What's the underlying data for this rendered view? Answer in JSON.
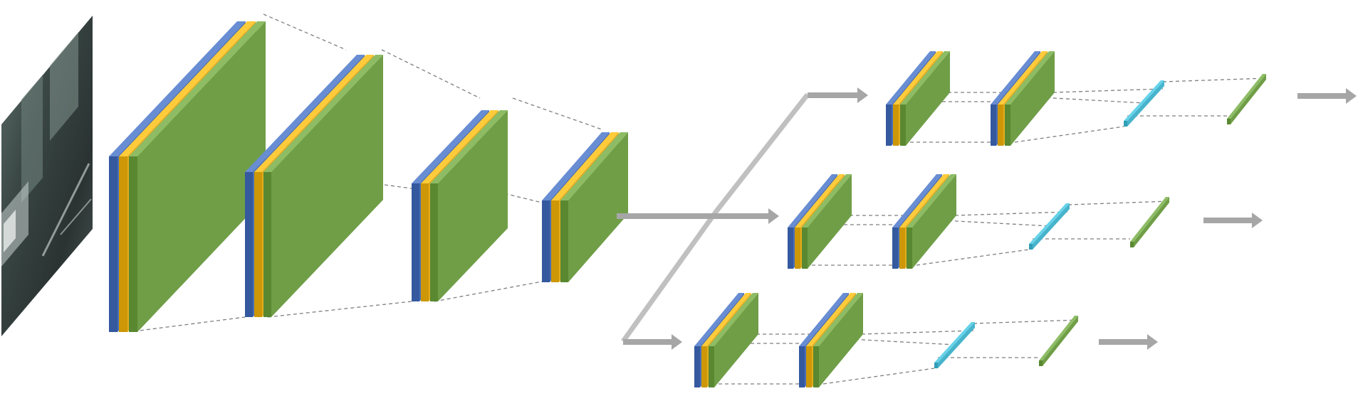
{
  "diagram": {
    "kind": "convolutional network architecture",
    "colors": {
      "blue": "#4a6fb5",
      "yellow": "#e3ad1d",
      "green": "#6f9e47",
      "cyan": "#47b4cc",
      "arrow": "#a6a6a6",
      "branch": "#c0c0c0",
      "dash": "#7f7f7f",
      "photo_dark": "#2e3a38",
      "photo_light": "#8fa39b"
    },
    "encoder_blocks": 4,
    "decoder_branches": 3,
    "branch_blocks_each": 2,
    "input": "street-scene-image",
    "text": []
  }
}
